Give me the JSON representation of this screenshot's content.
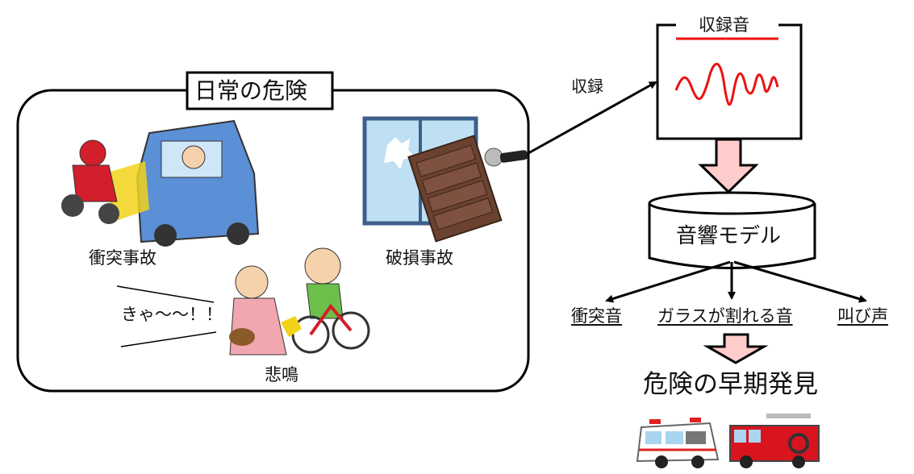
{
  "panel": {
    "title": "日常の危険"
  },
  "scenes": {
    "collision": "衝突事故",
    "breakage": "破損事故",
    "scream": "悲鳴",
    "scream_shout": "きゃ～～！！"
  },
  "recording": {
    "arrow_label": "収録",
    "box_title": "収録音"
  },
  "model": {
    "label": "音響モデル"
  },
  "outputs": [
    "衝突音",
    "ガラスが割れる音",
    "叫び声"
  ],
  "result": "危険の早期発見",
  "colors": {
    "wave": "#ee1111",
    "arrow_fill": "#ffcccc"
  }
}
